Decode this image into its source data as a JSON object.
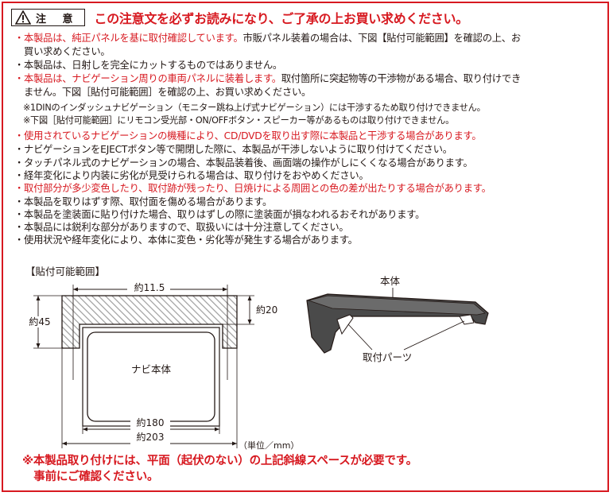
{
  "header": {
    "caution_label": "注 意",
    "title": "この注意文を必ずお読みになり、ご了承の上お買い求めください。"
  },
  "notes": {
    "l1_red": "・本製品は、純正パネルを基に取付確認しています。",
    "l1_black": "市販パネル装着の場合は、下図【貼付可能範囲】を確認の上、お",
    "l2": "　買い求めください。",
    "l3": "・本製品は、日射しを完全にカットするものではありません。",
    "l4_red": "・本製品は、ナビゲーション周りの車両パネルに装着します。",
    "l4_black": "取付箇所に突起物等の干渉物がある場合、取り付けでき",
    "l5": "　ません。下図［貼付可能範囲］を確認の上、お買い求めください。",
    "l6": "　※1DINのインダッシュナビゲーション（モニター跳ね上げ式ナビゲーション）には干渉するため取り付けできません。",
    "l7": "　※下図［貼付可能範囲］にリモコン受光部・ON/OFFボタン・スピーカー等があるものは取り付けできません。",
    "l8": "・使用されているナビゲーションの機種により、CD/DVDを取り出す際に本製品と干渉する場合があります。",
    "l9": "・ナビゲーションをEJECTボタン等で開閉した際に、本製品が干渉しないように取り付けてください。",
    "l10": "・タッチパネル式のナビゲーションの場合、本製品装着後、画面端の操作がしにくくなる場合があります。",
    "l11": "・経年変化により内装に劣化が見受けられる場合は、取り付けをおやめください。",
    "l12": "・取付部分が多少変色したり、取付跡が残ったり、日焼けによる周囲との色の差が出たりする場合があります。",
    "l13": "・本製品を取りはずす際、取付面を傷める場合があります。",
    "l14": "・本製品を塗装面に貼り付けた場合、取りはずしの際に塗装面が損なわれるおそれがあります。",
    "l15": "・本製品には鋭利な部分がありますので、取扱いには十分注意してください。",
    "l16": "・使用状況や経年変化により、本体に変色・劣化等が発生する場合があります。"
  },
  "diagram": {
    "range_title": "【貼付可能範囲】",
    "dim_top": "約11.5",
    "dim_left": "約45",
    "dim_right": "約20",
    "nav_label": "ナビ本体",
    "dim_180": "約180",
    "dim_203": "約203",
    "unit": "（単位／mm）",
    "body_label": "本体",
    "parts_label": "取付パーツ"
  },
  "footer": {
    "line1": "※本製品取り付けには、平面（起伏のない）の上記斜線スペースが必要です。",
    "line2": "　事前にご確認ください。"
  },
  "colors": {
    "accent_red": "#d71920",
    "text": "#231815",
    "hatch_gray": "#9e9e9e"
  }
}
